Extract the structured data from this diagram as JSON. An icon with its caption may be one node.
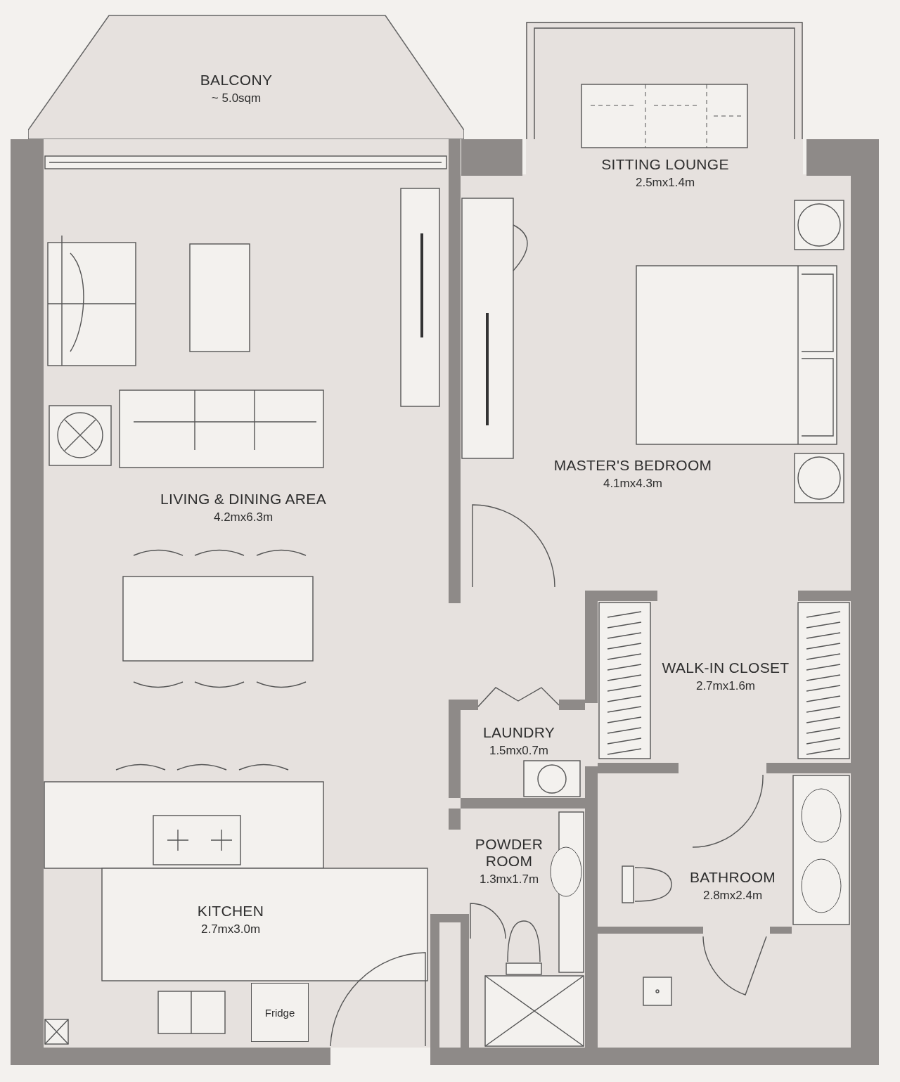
{
  "diagram": {
    "nodes": [
      {
        "text": [
          "BALCONY",
          "~ 5.0sqm"
        ]
      },
      {
        "text": [
          "SITTING LOUNGE",
          "2.5mx1.4m"
        ]
      },
      {
        "text": [
          "MASTER'S BEDROOM",
          "4.1mx4.3m"
        ]
      },
      {
        "text": [
          "LIVING & DINING AREA",
          "4.2mx6.3m"
        ]
      },
      {
        "text": [
          "WALK-IN CLOSET",
          "2.7mx1.6m"
        ]
      },
      {
        "text": [
          "LAUNDRY",
          "1.5mx0.7m"
        ]
      },
      {
        "text": [
          "POWDER ROOM",
          "1.3mx1.7m"
        ]
      },
      {
        "text": [
          "BATHROOM",
          "2.8mx2.4m"
        ]
      },
      {
        "text": [
          "KITCHEN",
          "2.7mx3.0m"
        ]
      },
      {
        "text": [
          "Fridge"
        ],
        "in": 8
      }
    ]
  }
}
